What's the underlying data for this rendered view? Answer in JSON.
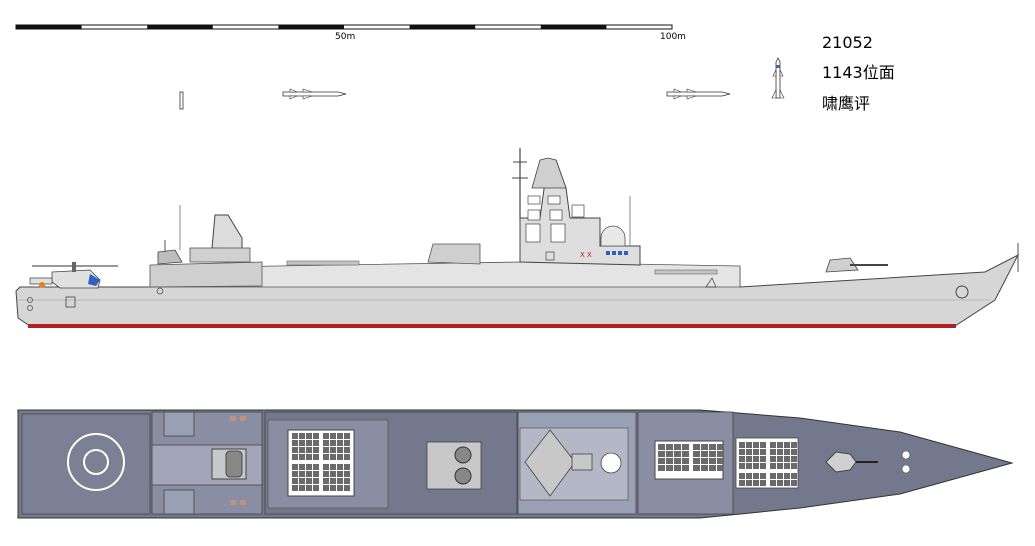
{
  "scale": {
    "label_mid": "50m",
    "label_end": "100m"
  },
  "info": {
    "line1": "21052",
    "line2": "1143位面",
    "line3": "啸鹰评"
  },
  "colors": {
    "hull_side": "#d4d4d4",
    "hull_side_upper": "#e6e6e6",
    "boot_topping": "#b02020",
    "deck_plan": "#74788c",
    "deck_plan_light": "#9aa0b4",
    "outline": "#333333",
    "scale_black": "#111111"
  }
}
